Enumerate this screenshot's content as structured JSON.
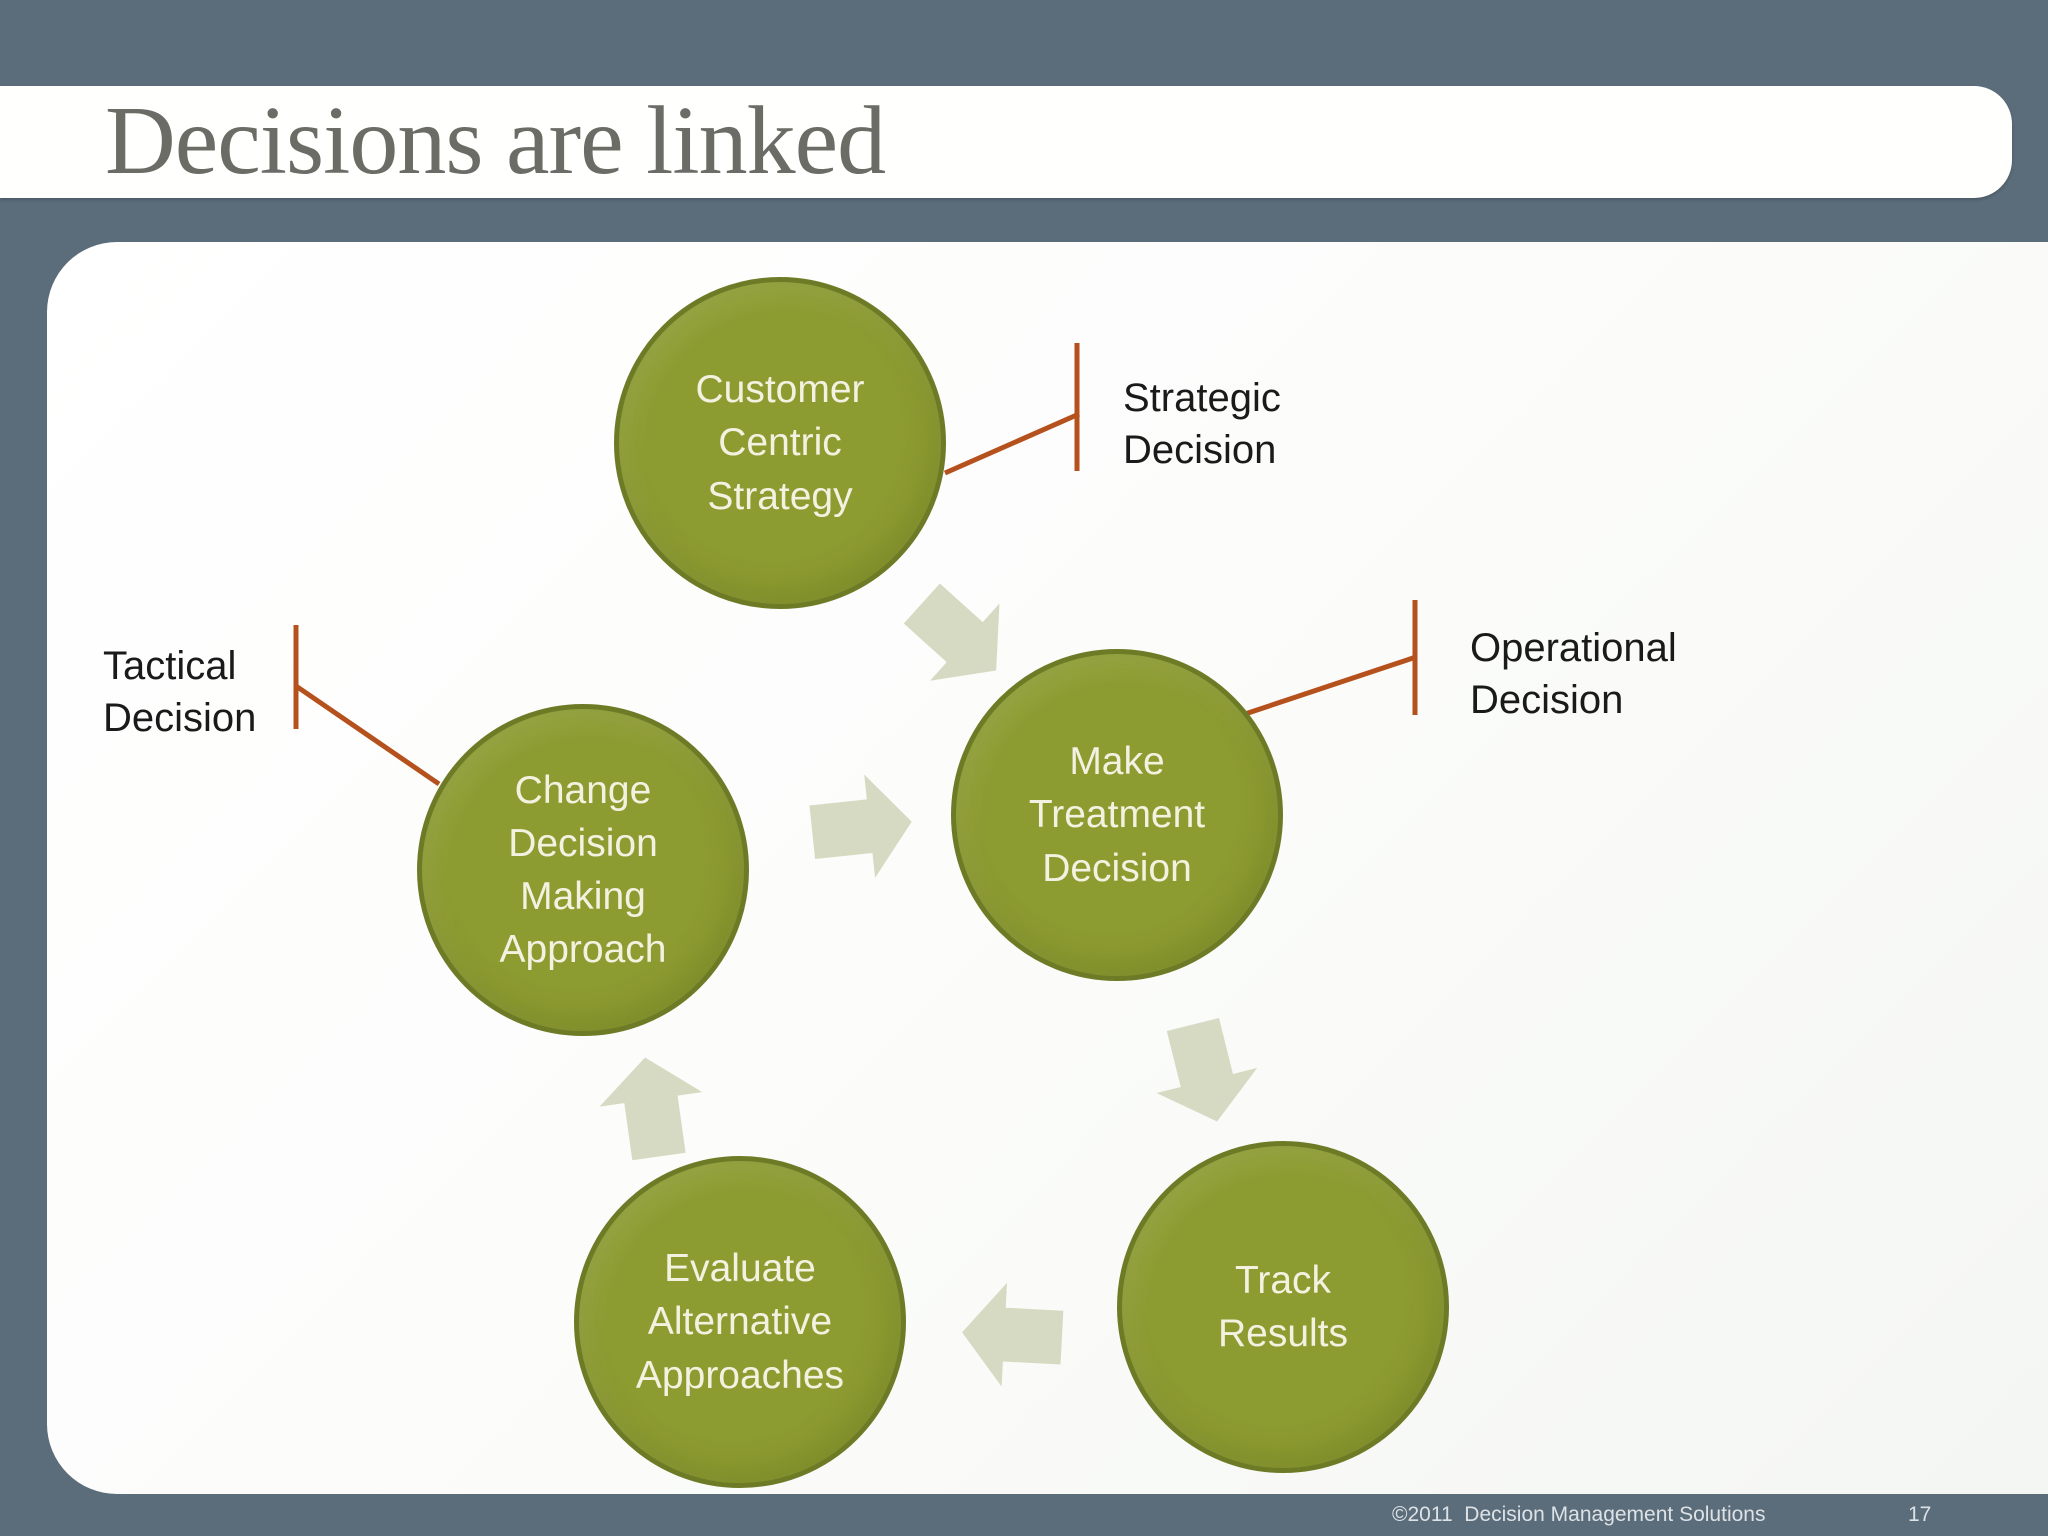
{
  "slide": {
    "title": "Decisions are linked",
    "footer": {
      "copyright": "©2011  Decision Management Solutions",
      "page_number": "17"
    }
  },
  "diagram": {
    "nodes": [
      {
        "id": "customer-centric-strategy",
        "label": "Customer\nCentric\nStrategy"
      },
      {
        "id": "make-treatment-decision",
        "label": "Make\nTreatment\nDecision"
      },
      {
        "id": "track-results",
        "label": "Track\nResults"
      },
      {
        "id": "evaluate-alternative-approaches",
        "label": "Evaluate\nAlternative\nApproaches"
      },
      {
        "id": "change-decision-making-approach",
        "label": "Change\nDecision\nMaking\nApproach"
      }
    ],
    "callouts": [
      {
        "id": "strategic",
        "label": "Strategic\nDecision",
        "attached_to": "customer-centric-strategy"
      },
      {
        "id": "operational",
        "label": "Operational\nDecision",
        "attached_to": "make-treatment-decision"
      },
      {
        "id": "tactical",
        "label": "Tactical\nDecision",
        "attached_to": "change-decision-making-approach"
      }
    ],
    "arrows": [
      {
        "from": "customer-centric-strategy",
        "to": "make-treatment-decision"
      },
      {
        "from": "change-decision-making-approach",
        "to": "make-treatment-decision"
      },
      {
        "from": "make-treatment-decision",
        "to": "track-results"
      },
      {
        "from": "track-results",
        "to": "evaluate-alternative-approaches"
      },
      {
        "from": "evaluate-alternative-approaches",
        "to": "change-decision-making-approach"
      }
    ]
  },
  "colors": {
    "slate_background": "#5b6c7a",
    "title_text": "#6c6c66",
    "circle_fill": "#8d9c31",
    "circle_border": "#6e7b26",
    "circle_text": "#f3f1e0",
    "arrow_fill": "#d7dac2",
    "callout_line": "#b5511d",
    "label_text": "#1a1a1a",
    "footer_text": "#dde2e6"
  }
}
